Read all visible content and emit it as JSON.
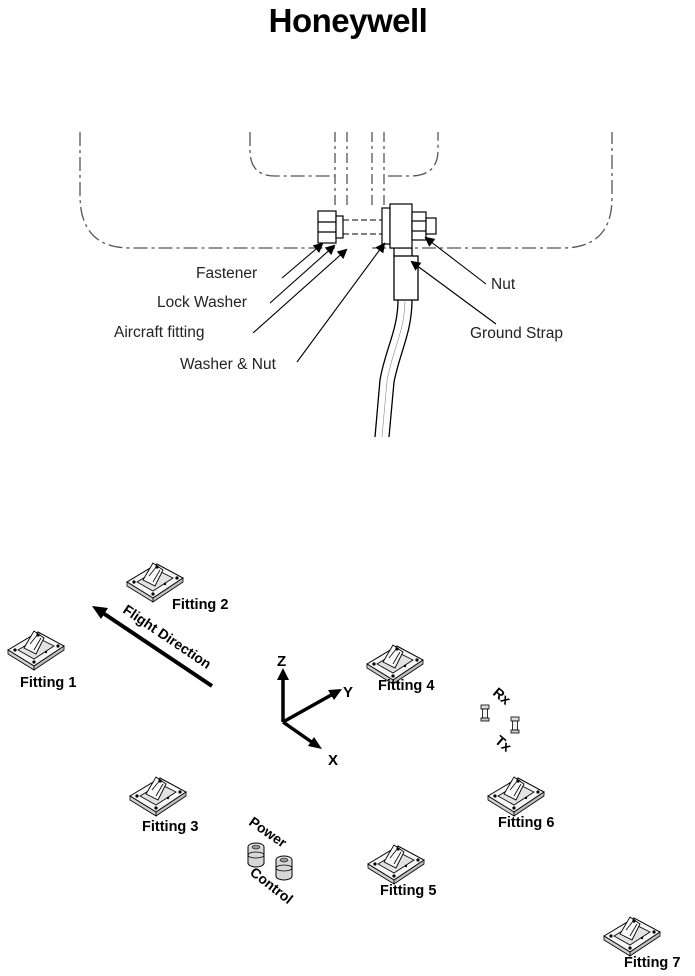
{
  "brand": {
    "logo_text": "Honeywell"
  },
  "installation_detail": {
    "labels": {
      "fastener": "Fastener",
      "lock_washer": "Lock Washer",
      "aircraft_fitting": "Aircraft fitting",
      "washer_nut": "Washer & Nut",
      "nut": "Nut",
      "ground_strap": "Ground Strap"
    }
  },
  "layout_diagram": {
    "flight_direction": "Flight Direction",
    "axes": {
      "z": "Z",
      "y": "Y",
      "x": "X"
    },
    "fittings": [
      "Fitting 1",
      "Fitting 2",
      "Fitting 3",
      "Fitting 4",
      "Fitting 5",
      "Fitting 6",
      "Fitting 7"
    ],
    "connectors": {
      "rx": "Rx",
      "tx": "Tx",
      "power": "Power",
      "control": "Control"
    }
  }
}
